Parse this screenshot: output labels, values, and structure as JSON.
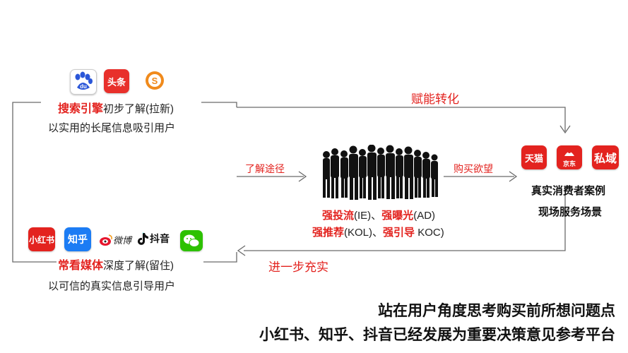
{
  "top_left": {
    "line1_bold": "搜索引擎",
    "line1_rest": "初步了解(拉新)",
    "line2": "以实用的长尾信息吸引用户",
    "icons": [
      "baidu-icon",
      "toutiao-icon",
      "sogou-icon"
    ],
    "toutiao_label": "头条",
    "baidu_label": "du"
  },
  "bottom_left": {
    "line1_bold": "常看媒体",
    "line1_rest": "深度了解(留住)",
    "line2": "以可信的真实信息引导用户",
    "icons": [
      "xiaohongshu-icon",
      "zhihu-icon",
      "weibo-icon",
      "douyin-icon",
      "wechat-icon"
    ],
    "xiaohongshu_label": "小红书",
    "zhihu_label": "知乎",
    "weibo_label": "微博",
    "douyin_label": "抖音"
  },
  "arrows": {
    "top": "赋能转化",
    "left_mid": "了解途径",
    "right_mid": "购买欲望",
    "bottom": "进一步充实"
  },
  "center": {
    "line1_a": "强投流",
    "line1_b": "(IE)、",
    "line1_c": "强曝光",
    "line1_d": "(AD)",
    "line2_a": "强推荐",
    "line2_b": "(KOL)、",
    "line2_c": "强引导",
    "line2_d": " KOC)"
  },
  "right": {
    "tmall_label": "天猫",
    "jd_label": "京东",
    "private_label": "私域",
    "line1": "真实消费者案例",
    "line2": "现场服务场景"
  },
  "summary": {
    "line1": "站在用户角度思考购买前所想问题点",
    "line2": "小红书、知乎、抖音已经发展为重要决策意见参考平台"
  },
  "colors": {
    "accent": "#e3231f",
    "line": "#555555"
  }
}
